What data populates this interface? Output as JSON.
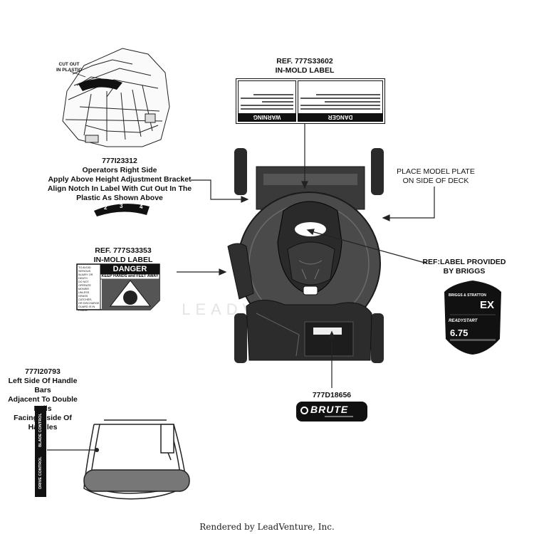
{
  "callouts": {
    "cut_out_in_plastic": [
      "CUT OUT",
      "IN PLASTIC"
    ],
    "p777i23312": {
      "part": "777I23312",
      "lines": [
        "Operators Right Side",
        "Apply Above Height Adjustment Bracket",
        "Align Notch In Label With Cut Out In The",
        "Plastic As Shown Above"
      ]
    },
    "ref_777s33602": [
      "REF. 777S33602",
      "IN-MOLD LABEL"
    ],
    "place_model_plate": [
      "PLACE MODEL PLATE",
      "ON SIDE OF DECK"
    ],
    "ref_777s33353": [
      "REF. 777S33353",
      "IN-MOLD LABEL"
    ],
    "ref_label_briggs": [
      "REF:LABEL PROVIDED",
      "BY BRIGGS"
    ],
    "p777i20793": {
      "part": "777I20793",
      "lines": [
        "Left Side Of Handle Bars",
        "Adjacent To Double Bails",
        "Facing Inside Of Handles"
      ]
    },
    "p777d18656": "777D18656"
  },
  "height_label": {
    "numbers": [
      "2",
      "3",
      "4"
    ]
  },
  "danger_decal": {
    "header": "DANGER",
    "subheader": "KEEP HANDS and FEET AWAY",
    "side_text": [
      "TO AVOID SERIOUS",
      "INJURY OR DEATH",
      "DO NOT OPERATE",
      "MOWER UNLESS",
      "GRASS CATCHER,",
      "OR DISCHARGE",
      "GUARD IS IN",
      "PLACE."
    ]
  },
  "warning_decal": {
    "left_header": "DANGER",
    "right_header": "WARNING"
  },
  "briggs_badge": {
    "brand": "BRIGGS & STRATTON",
    "series": "EX",
    "ready_start": "READYSTART",
    "torque": "6.75"
  },
  "brute_badge": {
    "text": "BRUTE"
  },
  "handle_decal": {
    "top_text": "BLADE CONTROL",
    "bottom_text": "DRIVE CONTROL"
  },
  "watermark": "LEADVENTURE",
  "footer": "Rendered by LeadVenture, Inc."
}
